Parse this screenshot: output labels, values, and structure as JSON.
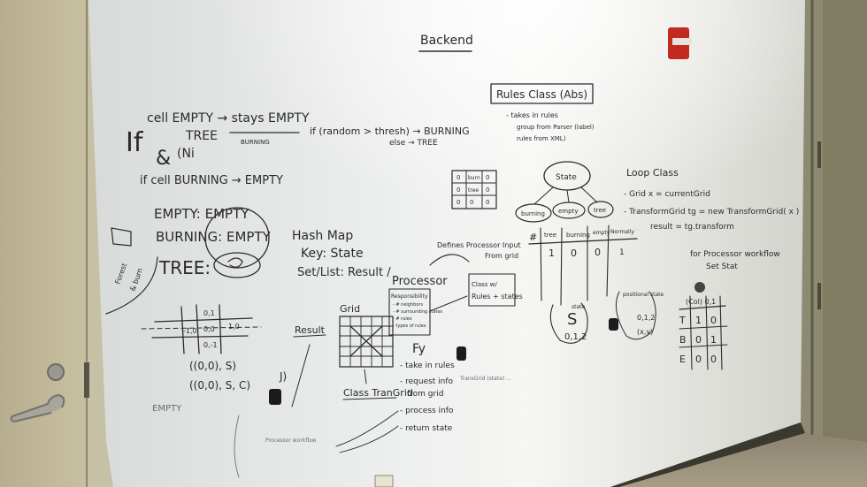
{
  "board": {
    "title": "Backend",
    "rules_header": [
      "If",
      "&"
    ],
    "rules": [
      "cell EMPTY → stays EMPTY",
      "TREE",
      "(Ni",
      "BURNING",
      "if (random > thresh) → BURNING",
      "else → TREE",
      "if cell BURNING → EMPTY"
    ],
    "transitions": [
      "EMPTY: EMPTY",
      "BURNING: EMPTY",
      "TREE:"
    ],
    "hashmap": [
      "Hash Map",
      "Key: State",
      "Set/List: Result /"
    ],
    "rules_class": {
      "title": "Rules Class (Abs)",
      "notes": [
        "- takes in rules",
        "group from Parser (label)",
        "rules from XML)"
      ]
    },
    "state_diagram": {
      "root": "State",
      "children": [
        "burning",
        "empty",
        "tree"
      ]
    },
    "state_table": {
      "headers": [
        "#",
        "tree",
        "burning",
        "empty",
        "Normally"
      ],
      "row": [
        "1",
        "0",
        "0",
        "1"
      ],
      "extra": [
        "S",
        "0,1,2",
        "state",
        "0,1,2",
        "(x,y)",
        "positional state"
      ]
    },
    "loop_class": {
      "title": "Loop Class",
      "lines": [
        "- Grid x = currentGrid",
        "- TransformGrid tg = new TransformGrid( x )",
        "result = tg.transform"
      ]
    },
    "processor_note": [
      "for Processor workflow",
      "Set Stat"
    ],
    "matrix_small": [
      [
        "0",
        "burn",
        "0"
      ],
      [
        "0",
        "tree",
        "0"
      ],
      [
        "0",
        "0",
        "0"
      ]
    ],
    "processor": {
      "defines": [
        "Defines Processor Input",
        "From grid"
      ],
      "title": "Processor",
      "responsibility": [
        "Responsibility",
        "- # neighbors",
        "- # surrounding states",
        "- # rules",
        "- types of rules"
      ],
      "steps": [
        "Fy",
        "- take in rules",
        "- request info",
        "from grid",
        "- process info",
        "- return state"
      ],
      "class_box": [
        "Class w/",
        "Rules + states"
      ]
    },
    "grid_label": "Grid",
    "result_label": "Result",
    "class_transgrid": "Class TranGrid",
    "coords": [
      "0,1",
      "-1,0",
      "0,0",
      "1,0",
      "0,-1"
    ],
    "tuples": [
      "((0,0), S)",
      "((0,0), S, C)"
    ],
    "faded": [
      "EMPTY",
      "Processor workflow",
      "TransGrid (state) ..."
    ],
    "right_matrix": {
      "header": "(Col) 0,1",
      "rows": [
        [
          "T",
          "1",
          "0"
        ],
        [
          "B",
          "0",
          "1"
        ],
        [
          "E",
          "0",
          "0"
        ]
      ]
    },
    "side_note": [
      "Forest",
      "& burn"
    ]
  }
}
